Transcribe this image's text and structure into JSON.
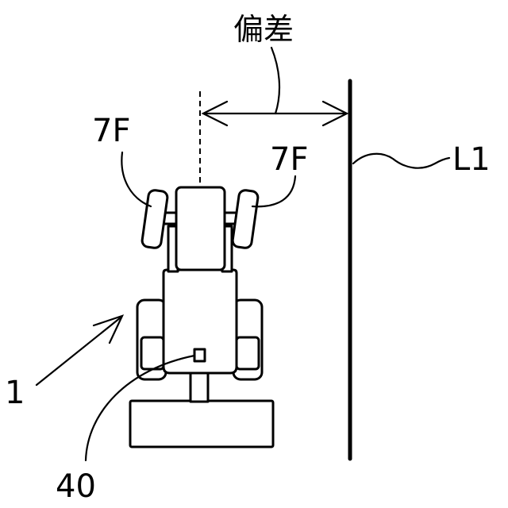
{
  "labels": {
    "deviation": "偏差",
    "front_wheel_left": "7F",
    "front_wheel_right": "7F",
    "target_line": "L1",
    "vehicle": "1",
    "sensor": "40"
  },
  "colors": {
    "ink": "#000000",
    "background": "#ffffff"
  }
}
